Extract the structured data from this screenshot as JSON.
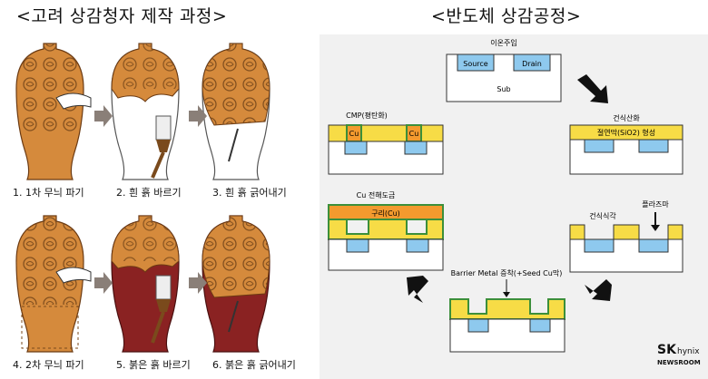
{
  "left": {
    "title": "<고려 상감청자 제작 과정>",
    "steps": [
      "1. 1차 무늬 파기",
      "2. 흰 흙 바르기",
      "3. 흰 흙 긁어내기",
      "4. 2차 무늬 파기",
      "5. 붉은 흙 바르기",
      "6. 붉은 흙 긁어내기"
    ]
  },
  "right": {
    "title": "<반도체 상감공정>",
    "ion": {
      "label": "이온주입",
      "source": "Source",
      "drain": "Drain",
      "sub": "Sub"
    },
    "oxide": {
      "label": "건식산화",
      "film": "절연막(SiO2) 형성"
    },
    "etch": {
      "label": "건식식각",
      "plasma": "플라즈마"
    },
    "barrier": {
      "label": "Barrier Metal 증착(+Seed Cu막)"
    },
    "plating": {
      "label": "Cu 전해도금",
      "film": "구리(Cu)"
    },
    "cmp": {
      "label": "CMP(평탄화)",
      "cu1": "Cu",
      "cu2": "Cu"
    },
    "logo": {
      "brand": "SK",
      "sub": "hynix",
      "news": "NEWSROOM"
    }
  },
  "colors": {
    "yellow": "#f7dc46",
    "blue": "#8ec9ee",
    "orange": "#f39a2e",
    "green": "#3c8f3a",
    "clay_red": "#8a2222",
    "vase_orange": "#d58a3c"
  }
}
